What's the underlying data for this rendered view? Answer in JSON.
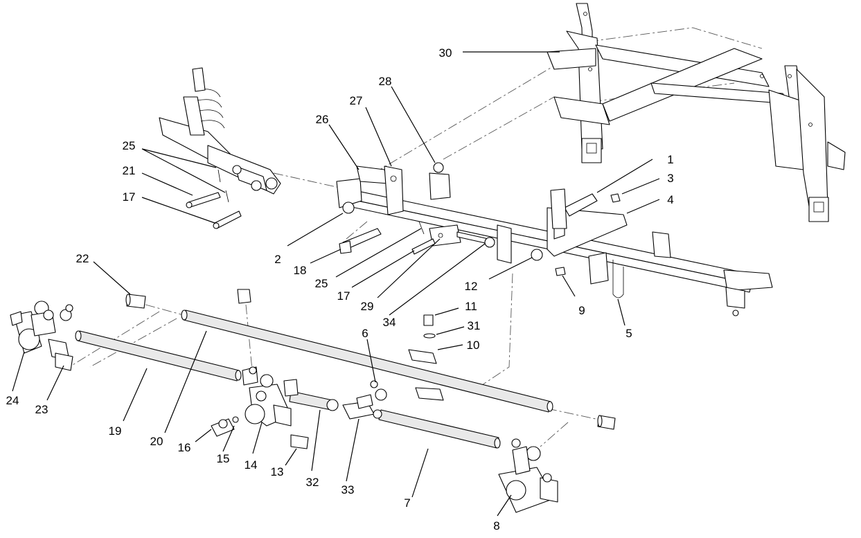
{
  "diagram": {
    "type": "exploded-parts-view",
    "callouts": [
      {
        "id": "c1",
        "label": "1"
      },
      {
        "id": "c2",
        "label": "2"
      },
      {
        "id": "c3",
        "label": "3"
      },
      {
        "id": "c4",
        "label": "4"
      },
      {
        "id": "c5",
        "label": "5"
      },
      {
        "id": "c6",
        "label": "6"
      },
      {
        "id": "c7",
        "label": "7"
      },
      {
        "id": "c8",
        "label": "8"
      },
      {
        "id": "c9",
        "label": "9"
      },
      {
        "id": "c10",
        "label": "10"
      },
      {
        "id": "c11",
        "label": "11"
      },
      {
        "id": "c12",
        "label": "12"
      },
      {
        "id": "c13",
        "label": "13"
      },
      {
        "id": "c14",
        "label": "14"
      },
      {
        "id": "c15",
        "label": "15"
      },
      {
        "id": "c16",
        "label": "16"
      },
      {
        "id": "c17a",
        "label": "17"
      },
      {
        "id": "c17b",
        "label": "17"
      },
      {
        "id": "c18",
        "label": "18"
      },
      {
        "id": "c19",
        "label": "19"
      },
      {
        "id": "c20",
        "label": "20"
      },
      {
        "id": "c21",
        "label": "21"
      },
      {
        "id": "c22",
        "label": "22"
      },
      {
        "id": "c23",
        "label": "23"
      },
      {
        "id": "c24",
        "label": "24"
      },
      {
        "id": "c25a",
        "label": "25"
      },
      {
        "id": "c25b",
        "label": "25"
      },
      {
        "id": "c26",
        "label": "26"
      },
      {
        "id": "c27",
        "label": "27"
      },
      {
        "id": "c28",
        "label": "28"
      },
      {
        "id": "c29",
        "label": "29"
      },
      {
        "id": "c30",
        "label": "30"
      },
      {
        "id": "c31",
        "label": "31"
      },
      {
        "id": "c32",
        "label": "32"
      },
      {
        "id": "c33",
        "label": "33"
      },
      {
        "id": "c34",
        "label": "34"
      }
    ]
  }
}
